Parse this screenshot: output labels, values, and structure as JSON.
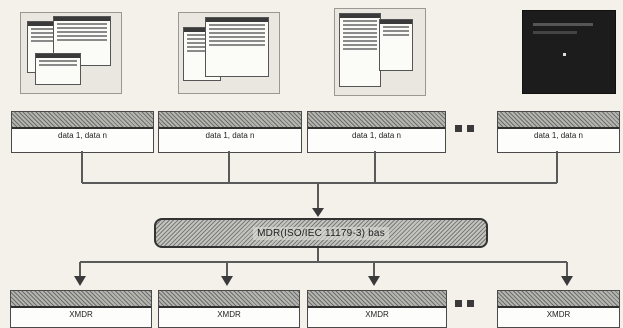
{
  "sources": [
    {
      "label": "data 1, data n",
      "shot": "windows-screenshot"
    },
    {
      "label": "data 1, data n",
      "shot": "windows-screenshot"
    },
    {
      "label": "data 1, data n",
      "shot": "list-screenshot"
    },
    {
      "label": "data 1, data n",
      "shot": "dark-screenshot"
    }
  ],
  "mdr": {
    "label": "MDR(ISO/IEC 11179-3) bas"
  },
  "xmdr": [
    {
      "label": "XMDR"
    },
    {
      "label": "XMDR"
    },
    {
      "label": "XMDR"
    },
    {
      "label": "XMDR"
    }
  ],
  "colors": {
    "line": "#5a5a5a",
    "box_header": "#8f8f8a",
    "dark_shot": "#1c1c1c"
  }
}
